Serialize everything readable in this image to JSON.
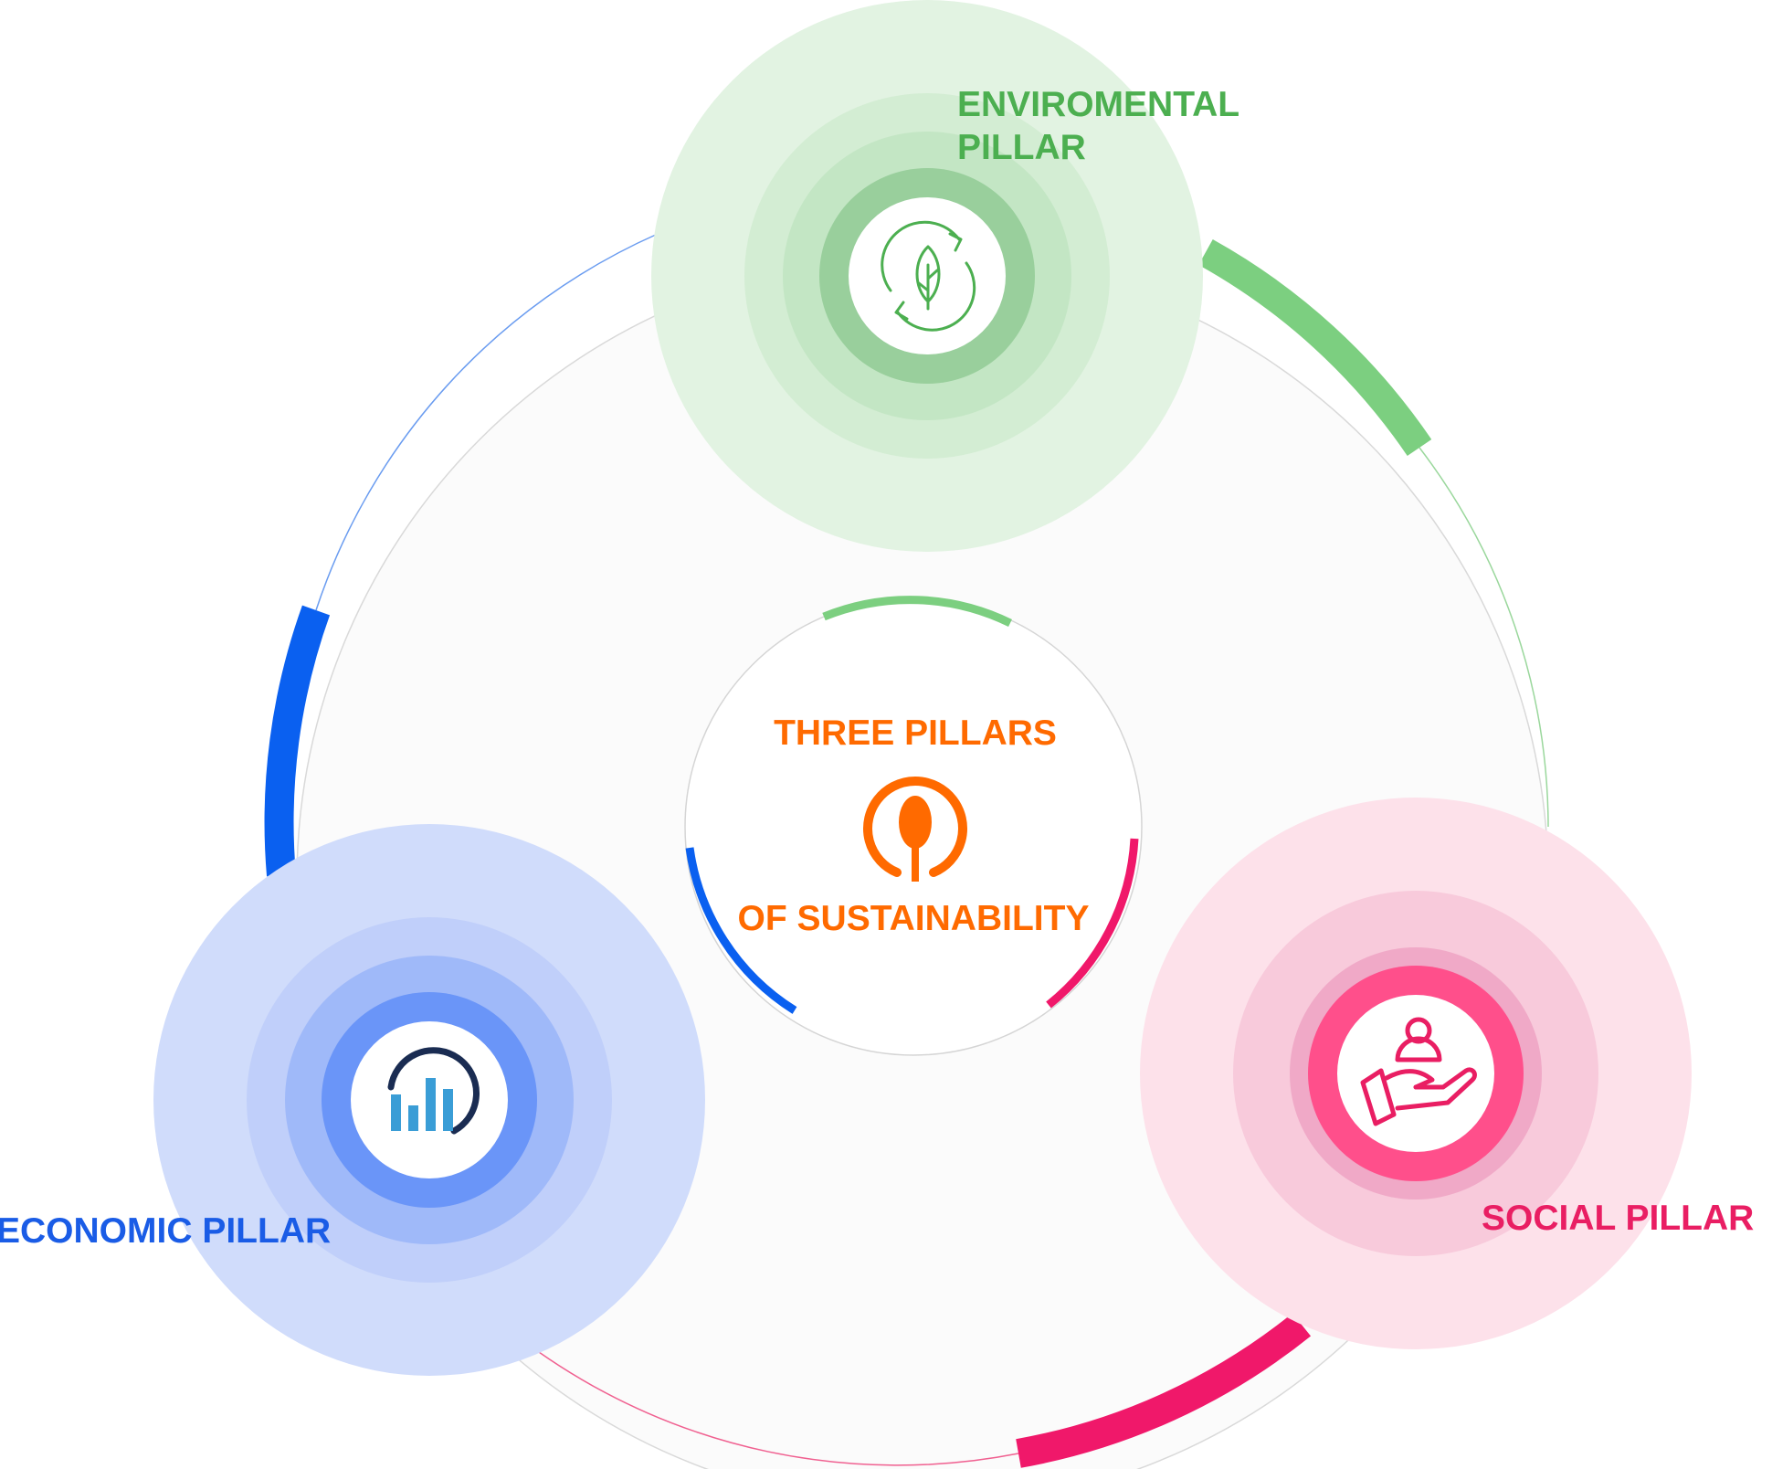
{
  "center": {
    "title_line1": "THREE PILLARS",
    "title_line2": "OF SUSTAINABILITY",
    "icon": "sustainability-spoon-icon",
    "color": "#ff6a00"
  },
  "pillars": [
    {
      "id": "environmental",
      "label_line1": "ENVIROMENTAL",
      "label_line2": "PILLAR",
      "icon": "leaf-recycle-icon",
      "label_color": "#4caf50",
      "accent": "#7ccf80"
    },
    {
      "id": "social",
      "label_line1": "SOCIAL PILLAR",
      "icon": "hand-person-icon",
      "label_color": "#e91e63",
      "accent": "#f0186a"
    },
    {
      "id": "economic",
      "label_line1": "ECONOMIC PILLAR",
      "icon": "chart-growth-icon",
      "label_color": "#1a5ce6",
      "accent": "#0a60f0"
    }
  ]
}
